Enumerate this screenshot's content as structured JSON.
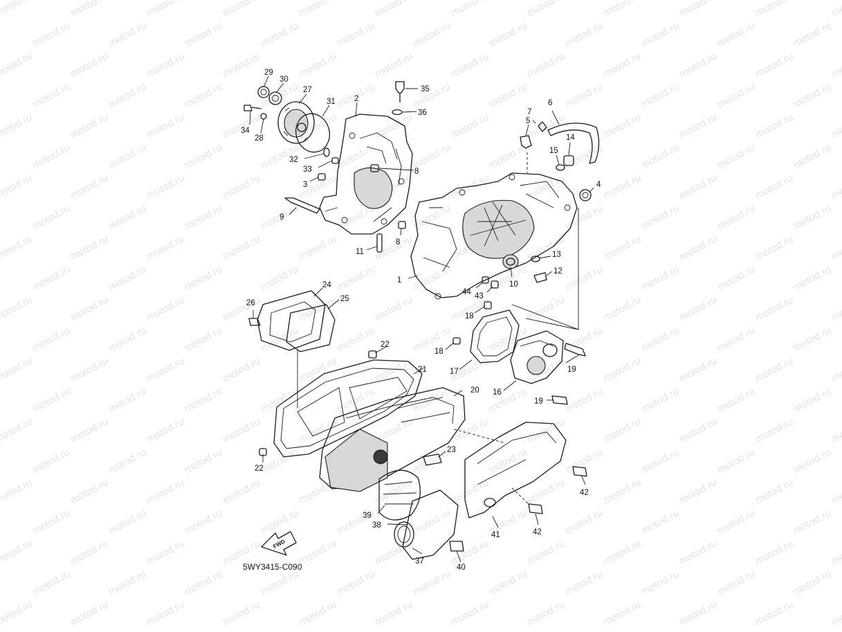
{
  "watermark": "motod.ru",
  "diagram_code": "5WY3415-C090",
  "fwd_label": "FWD",
  "callouts": [
    {
      "id": "c1",
      "label": "1"
    },
    {
      "id": "c2",
      "label": "2"
    },
    {
      "id": "c3",
      "label": "3"
    },
    {
      "id": "c4",
      "label": "4"
    },
    {
      "id": "c5",
      "label": "5"
    },
    {
      "id": "c6",
      "label": "6"
    },
    {
      "id": "c7",
      "label": "7"
    },
    {
      "id": "c8a",
      "label": "8"
    },
    {
      "id": "c8b",
      "label": "8"
    },
    {
      "id": "c9",
      "label": "9"
    },
    {
      "id": "c10",
      "label": "10"
    },
    {
      "id": "c11",
      "label": "11"
    },
    {
      "id": "c12",
      "label": "12"
    },
    {
      "id": "c13",
      "label": "13"
    },
    {
      "id": "c14",
      "label": "14"
    },
    {
      "id": "c15",
      "label": "15"
    },
    {
      "id": "c16",
      "label": "16"
    },
    {
      "id": "c17",
      "label": "17"
    },
    {
      "id": "c18a",
      "label": "18"
    },
    {
      "id": "c18b",
      "label": "18"
    },
    {
      "id": "c19a",
      "label": "19"
    },
    {
      "id": "c19b",
      "label": "19"
    },
    {
      "id": "c20",
      "label": "20"
    },
    {
      "id": "c21",
      "label": "21"
    },
    {
      "id": "c22a",
      "label": "22"
    },
    {
      "id": "c22b",
      "label": "22"
    },
    {
      "id": "c23",
      "label": "23"
    },
    {
      "id": "c24",
      "label": "24"
    },
    {
      "id": "c25",
      "label": "25"
    },
    {
      "id": "c26",
      "label": "26"
    },
    {
      "id": "c27",
      "label": "27"
    },
    {
      "id": "c28",
      "label": "28"
    },
    {
      "id": "c29",
      "label": "29"
    },
    {
      "id": "c30",
      "label": "30"
    },
    {
      "id": "c31",
      "label": "31"
    },
    {
      "id": "c32",
      "label": "32"
    },
    {
      "id": "c33",
      "label": "33"
    },
    {
      "id": "c34",
      "label": "34"
    },
    {
      "id": "c35",
      "label": "35"
    },
    {
      "id": "c36",
      "label": "36"
    },
    {
      "id": "c37",
      "label": "37"
    },
    {
      "id": "c38",
      "label": "38"
    },
    {
      "id": "c39",
      "label": "39"
    },
    {
      "id": "c40",
      "label": "40"
    },
    {
      "id": "c41",
      "label": "41"
    },
    {
      "id": "c42a",
      "label": "42"
    },
    {
      "id": "c42b",
      "label": "42"
    },
    {
      "id": "c43",
      "label": "43"
    },
    {
      "id": "c44",
      "label": "44"
    }
  ]
}
